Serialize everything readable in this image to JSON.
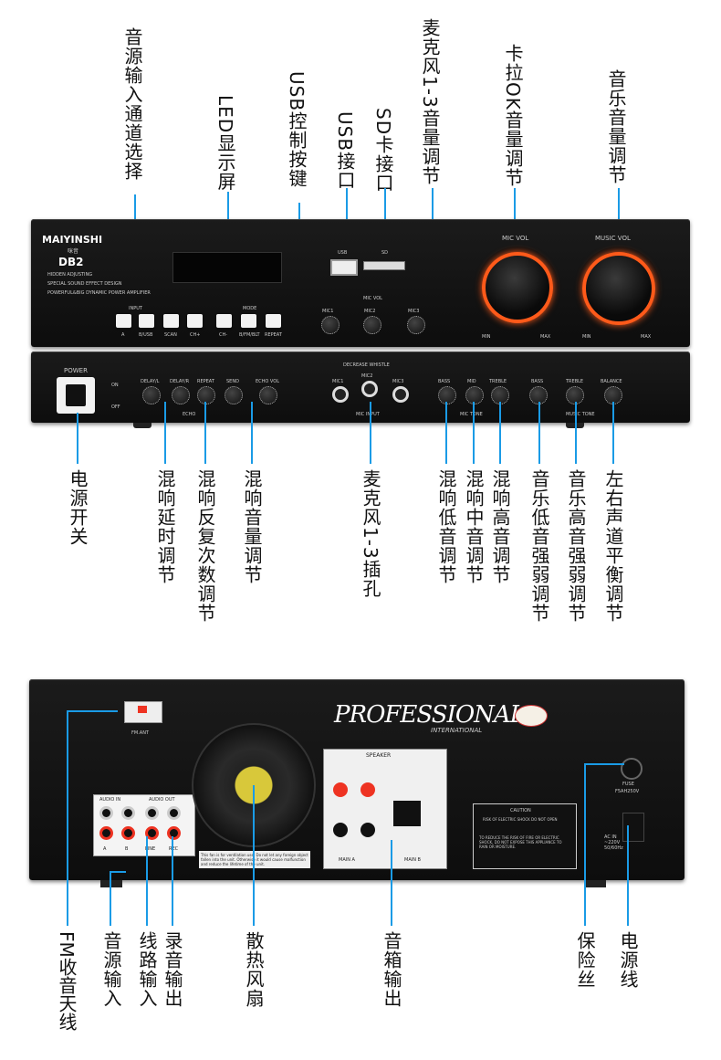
{
  "top_labels": [
    {
      "key": "input_select",
      "text": "音源输入通道选择"
    },
    {
      "key": "led",
      "text": "LED显示屏"
    },
    {
      "key": "usb_ctrl",
      "text": "USB控制按键"
    },
    {
      "key": "usb_port",
      "text": "USB接口"
    },
    {
      "key": "sd_port",
      "text": "SD卡接口"
    },
    {
      "key": "mic_vol",
      "text": "麦克风1-3音量调节"
    },
    {
      "key": "ok_vol",
      "text": "卡拉OK音量调节"
    },
    {
      "key": "music_vol",
      "text": "音乐音量调节"
    }
  ],
  "middle_labels": [
    {
      "key": "power",
      "text": "电源开关"
    },
    {
      "key": "echo_delay",
      "text": "混响延时调节"
    },
    {
      "key": "echo_repeat",
      "text": "混响反复次数调节"
    },
    {
      "key": "echo_vol",
      "text": "混响音量调节"
    },
    {
      "key": "mic_jack",
      "text": "麦克风1-3插孔"
    },
    {
      "key": "echo_bass",
      "text": "混响低音调节"
    },
    {
      "key": "echo_mid",
      "text": "混响中音调节"
    },
    {
      "key": "echo_treble",
      "text": "混响高音调节"
    },
    {
      "key": "music_bass",
      "text": "音乐低音强弱调节"
    },
    {
      "key": "music_treble",
      "text": "音乐高音强弱调节"
    },
    {
      "key": "balance",
      "text": "左右声道平衡调节"
    }
  ],
  "bottom_labels": [
    {
      "key": "fm",
      "text": "FM收音天线"
    },
    {
      "key": "audio_in",
      "text": "音源输入"
    },
    {
      "key": "line_in",
      "text": "线路输入"
    },
    {
      "key": "rec_out",
      "text": "录音输出"
    },
    {
      "key": "fan",
      "text": "散热风扇"
    },
    {
      "key": "speaker_out",
      "text": "音箱输出"
    },
    {
      "key": "fuse",
      "text": "保险丝"
    },
    {
      "key": "power_cord",
      "text": "电源线"
    }
  ],
  "front_top": {
    "brand": "MAIYINSHI",
    "brand_cn": "咪音",
    "model": "DB2",
    "features": [
      "HIDDEN ADJUSTING",
      "SPECIAL SOUND EFFECT DESIGN",
      "POWERFUL&BIG DYNAMIC POWER AMPLIFIER"
    ],
    "input_header": "INPUT",
    "mode_header": "MODE",
    "buttons": [
      "A",
      "B/USB",
      "SCAN",
      "CH+",
      "CH-",
      "B/FM/BLT",
      "REPEAT"
    ],
    "usb": "USB",
    "sd": "SD",
    "micvol_header": "MIC VOL",
    "mics": [
      "MIC1",
      "MIC2",
      "MIC3"
    ],
    "mic_vol_knob": "MIC VOL",
    "music_vol_knob": "MUSIC VOL",
    "min": "MIN",
    "max": "MAX"
  },
  "front_bottom": {
    "power": "POWER",
    "on": "ON",
    "off": "OFF",
    "echo_knobs": [
      "DELAY/L",
      "DELAY/R",
      "REPEAT",
      "SEND",
      "ECHO VOL"
    ],
    "echo_group": "ECHO",
    "whistle": "DECREASE WHISTLE",
    "mic_inputs": [
      "MIC1",
      "MIC2",
      "MIC3"
    ],
    "mic_group": "MIC INPUT",
    "mic_tone": [
      "BASS",
      "MID",
      "TREBLE"
    ],
    "mic_tone_group": "MIC TONE",
    "music_tone": [
      "BASS",
      "TREBLE",
      "BALANCE"
    ],
    "music_tone_group": "MUSIC TONE"
  },
  "rear": {
    "professional": "PROFESSIONAL",
    "international": "INTERNATIONAL",
    "fm_ant": "FM.ANT",
    "audio_in": "AUDIO IN",
    "audio_out": "AUDIO OUT",
    "rca_labels": [
      "A",
      "B",
      "LINE",
      "REC"
    ],
    "speaker": "SPEAKER",
    "main_a": "MAIN A",
    "main_b": "MAIN B",
    "fan_note": "This fan is for ventilation use. Do not let any foreign object fallen into the unit. Otherwise it would cause malfunction and reduce the lifetime of the unit.",
    "caution": "CAUTION",
    "caution_sub": "RISK OF ELECTRIC SHOCK DO NOT OPEN",
    "caution_text": "TO REDUCE THE RISK OF FIRE OR ELECTRIC SHOCK, DO NOT EXPOSE THIS APPLIANCE TO RAIN OR MOISTURE.",
    "fuse": "FUSE",
    "fuse_rating": "F5AH250V",
    "ac": "AC IN ~220V 50/60Hz"
  }
}
